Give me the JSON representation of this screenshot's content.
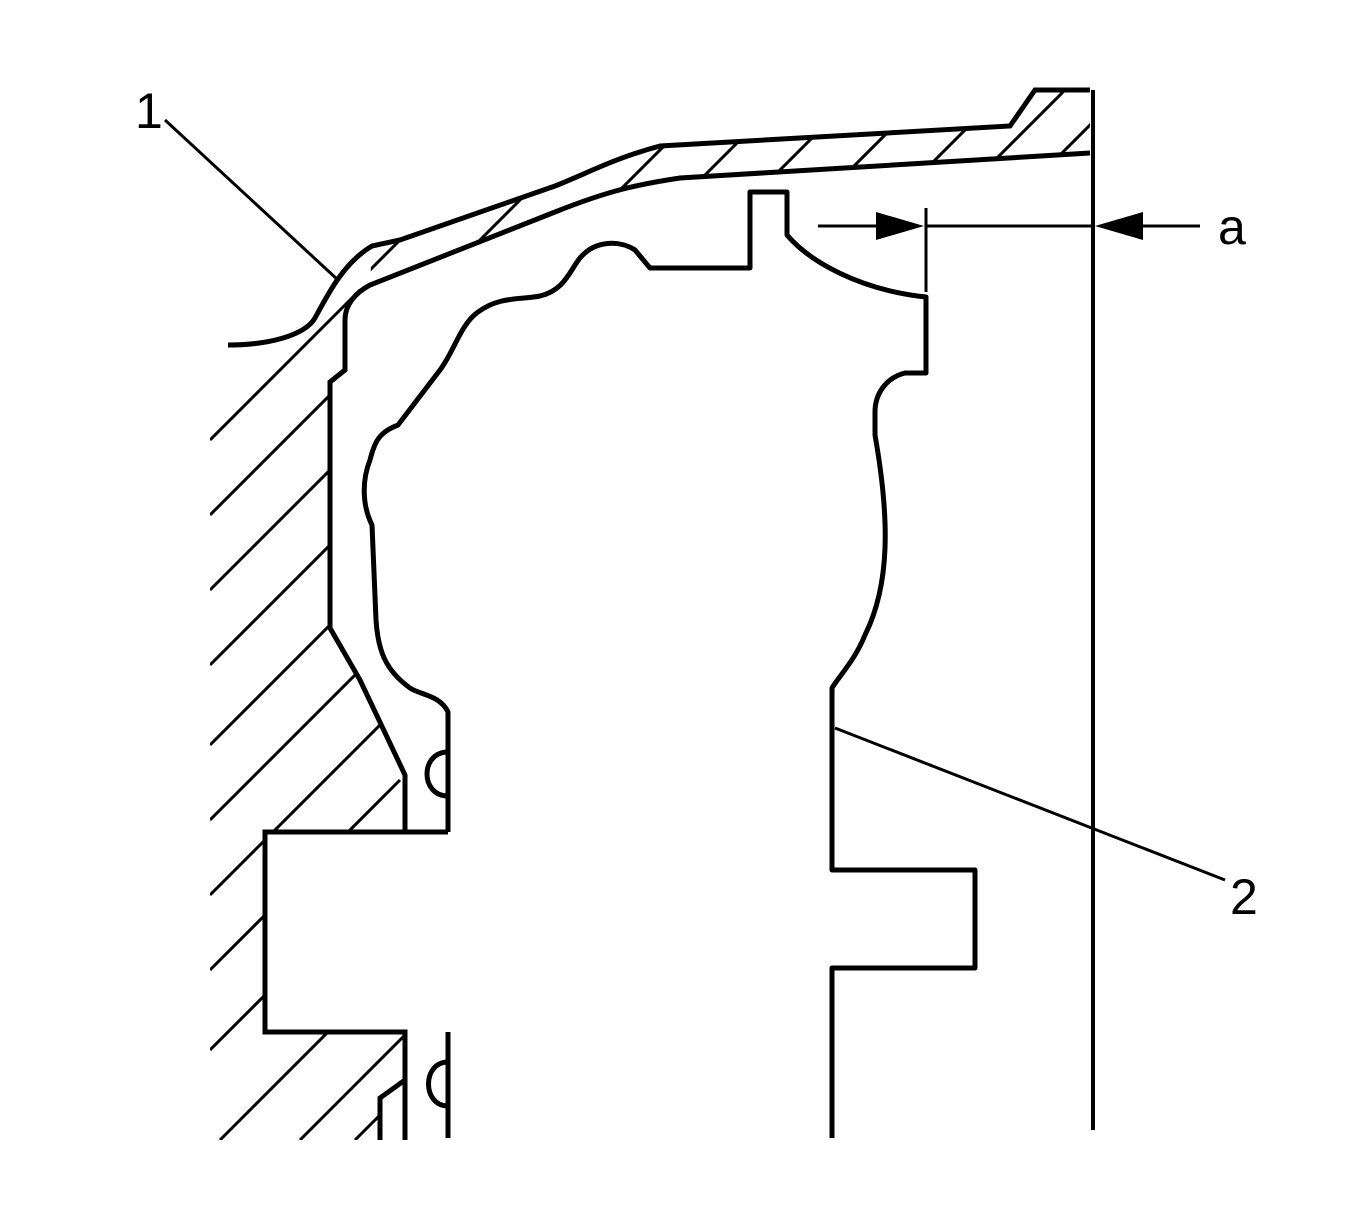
{
  "diagram": {
    "callouts": [
      {
        "id": "1",
        "label": "1"
      },
      {
        "id": "2",
        "label": "2"
      }
    ],
    "dimension": {
      "id": "a",
      "label": "a"
    }
  },
  "style": {
    "line_color": "#000000",
    "background": "#ffffff"
  }
}
